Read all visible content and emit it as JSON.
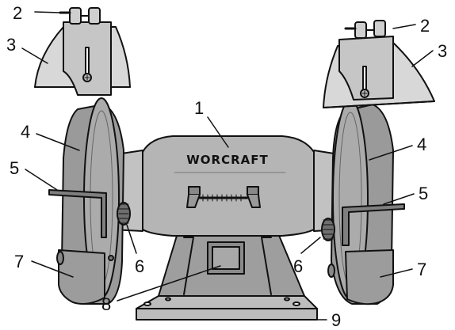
{
  "brand": {
    "name": "WORCRAFT"
  },
  "callouts": [
    {
      "label": "1"
    },
    {
      "label": "2"
    },
    {
      "label": "2"
    },
    {
      "label": "3"
    },
    {
      "label": "3"
    },
    {
      "label": "4"
    },
    {
      "label": "4"
    },
    {
      "label": "5"
    },
    {
      "label": "5"
    },
    {
      "label": "6"
    },
    {
      "label": "6"
    },
    {
      "label": "7"
    },
    {
      "label": "7"
    },
    {
      "label": "8"
    },
    {
      "label": "9"
    }
  ]
}
